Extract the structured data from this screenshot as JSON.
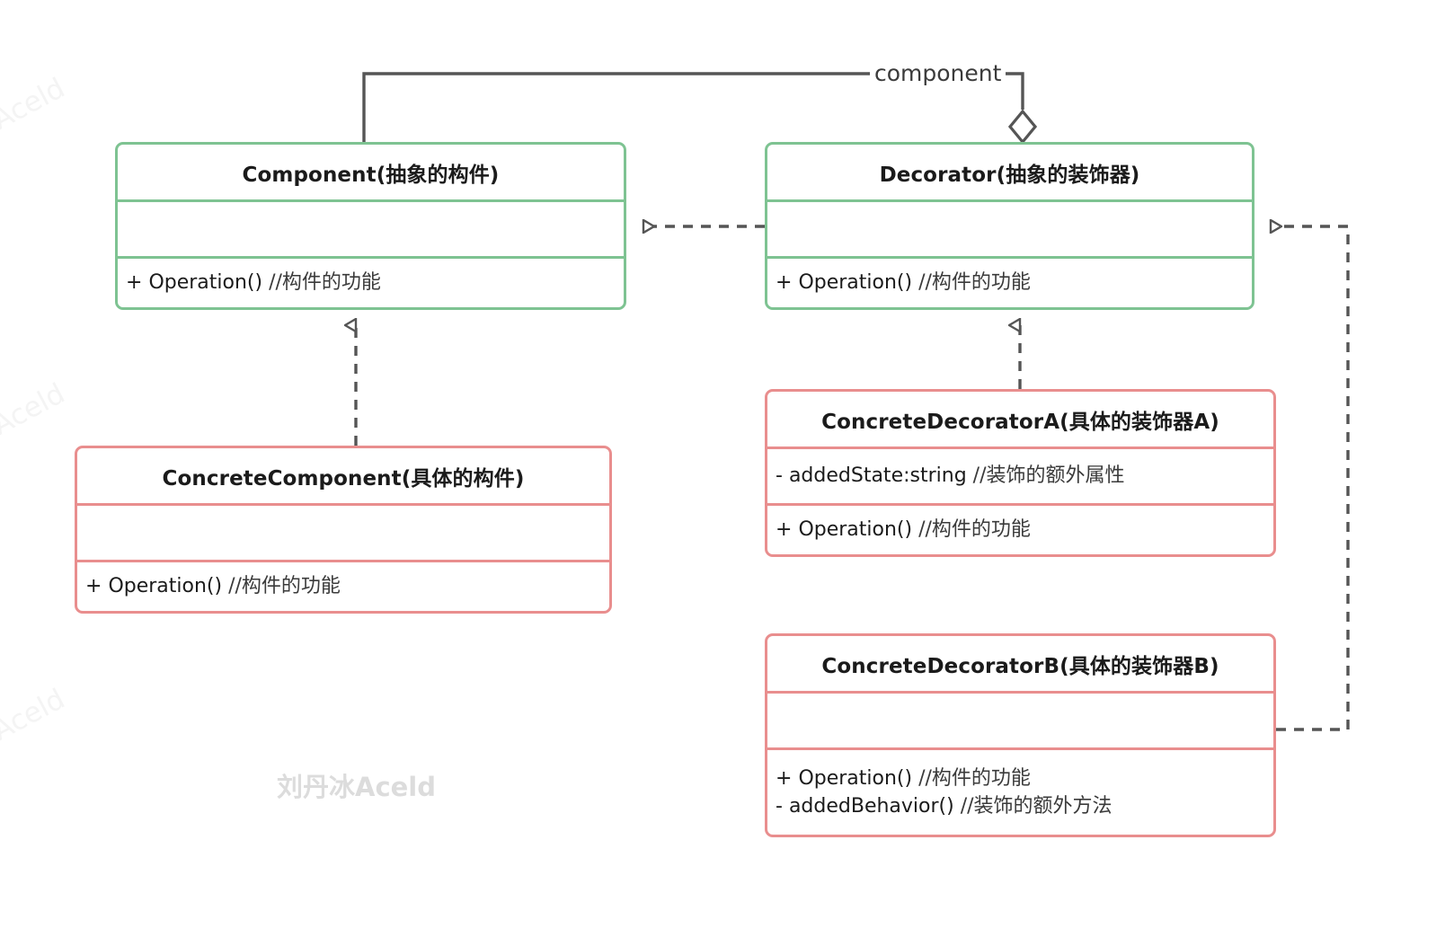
{
  "diagram": {
    "title": "Decorator Pattern UML Class Diagram",
    "colors": {
      "abstract_border": "#7ec392",
      "concrete_border": "#e98e8e",
      "connector": "#555555",
      "text": "#1b1b1b",
      "watermark": "#dcdcdc"
    },
    "classes": [
      {
        "id": "component",
        "name": "Component(抽象的构件)",
        "kind": "abstract",
        "attributes": [],
        "methods": [
          {
            "visibility": "+",
            "signature": "Operation()",
            "comment": "//构件的功能"
          }
        ]
      },
      {
        "id": "decorator",
        "name": "Decorator(抽象的装饰器)",
        "kind": "abstract",
        "attributes": [],
        "methods": [
          {
            "visibility": "+",
            "signature": "Operation()",
            "comment": "//构件的功能"
          }
        ]
      },
      {
        "id": "concrete-component",
        "name": "ConcreteComponent(具体的构件)",
        "kind": "concrete",
        "attributes": [],
        "methods": [
          {
            "visibility": "+",
            "signature": "Operation()",
            "comment": "//构件的功能"
          }
        ]
      },
      {
        "id": "concrete-decorator-a",
        "name": "ConcreteDecoratorA(具体的装饰器A)",
        "kind": "concrete",
        "attributes": [
          {
            "visibility": "-",
            "signature": "addedState:string",
            "comment": "//装饰的额外属性"
          }
        ],
        "methods": [
          {
            "visibility": "+",
            "signature": "Operation()",
            "comment": "//构件的功能"
          }
        ]
      },
      {
        "id": "concrete-decorator-b",
        "name": "ConcreteDecoratorB(具体的装饰器B)",
        "kind": "concrete",
        "attributes": [],
        "methods": [
          {
            "visibility": "+",
            "signature": "Operation()",
            "comment": "//构件的功能"
          },
          {
            "visibility": "-",
            "signature": "addedBehavior()",
            "comment": "//装饰的额外方法"
          }
        ]
      }
    ],
    "relations": [
      {
        "id": "aggregation-component",
        "type": "aggregation",
        "from": "decorator",
        "to": "component",
        "label": "component",
        "arrow": "hollow-diamond"
      },
      {
        "id": "realize-decorator-component",
        "type": "realization",
        "from": "decorator",
        "to": "component",
        "label": "",
        "arrow": "hollow-triangle-dashed"
      },
      {
        "id": "realize-concretecomponent-component",
        "type": "realization",
        "from": "concrete-component",
        "to": "component",
        "label": "",
        "arrow": "hollow-triangle-dashed"
      },
      {
        "id": "realize-decoratora-decorator",
        "type": "realization",
        "from": "concrete-decorator-a",
        "to": "decorator",
        "label": "",
        "arrow": "hollow-triangle-dashed"
      },
      {
        "id": "realize-decoratorb-decorator",
        "type": "realization",
        "from": "concrete-decorator-b",
        "to": "decorator",
        "label": "",
        "arrow": "hollow-triangle-dashed"
      }
    ],
    "watermarks": {
      "main": "刘丹冰Aceld",
      "edge": "Aceld"
    }
  }
}
